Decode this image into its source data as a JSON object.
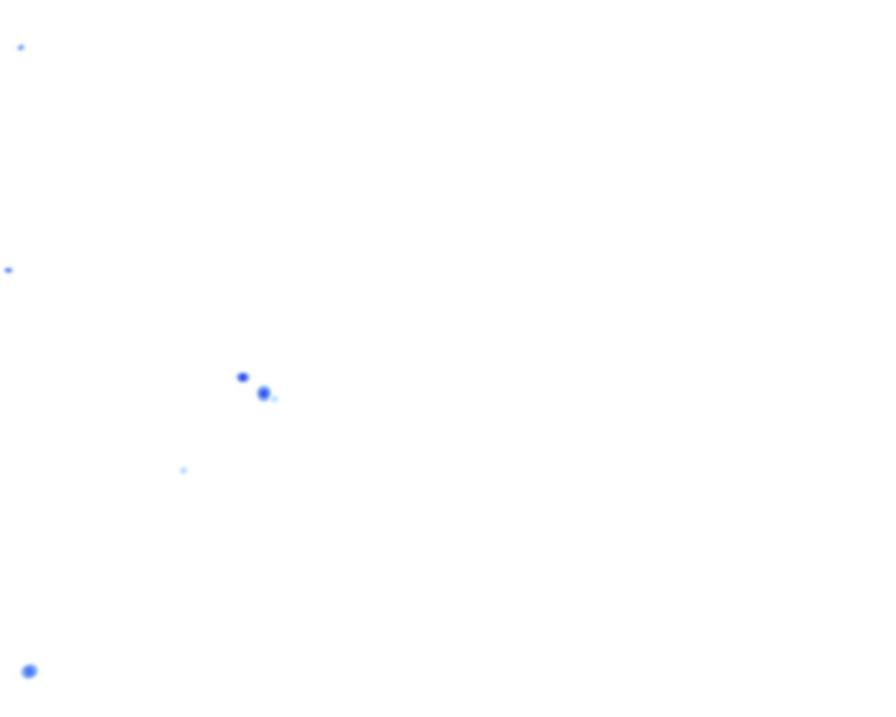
{
  "map": {
    "background_color": "#ffffff",
    "layer": "precipitation-radar",
    "colors": {
      "heavy": "#1a1ee8",
      "moderate": "#4a70ff",
      "light": "#a8d4ff"
    },
    "cells": [
      {
        "name": "precip-cell-1",
        "intensity": "light"
      },
      {
        "name": "precip-cell-2",
        "intensity": "moderate"
      },
      {
        "name": "precip-cell-3",
        "intensity": "heavy"
      },
      {
        "name": "precip-cell-4",
        "intensity": "heavy"
      },
      {
        "name": "precip-cell-5",
        "intensity": "light"
      },
      {
        "name": "precip-cell-6",
        "intensity": "light"
      },
      {
        "name": "precip-cell-7",
        "intensity": "moderate"
      }
    ]
  }
}
